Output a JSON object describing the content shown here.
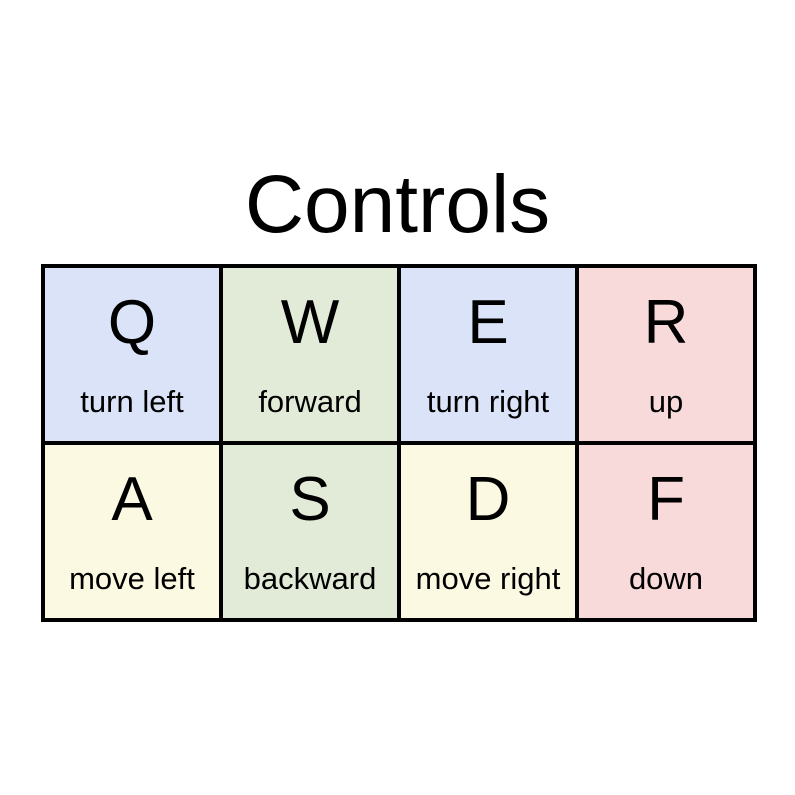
{
  "title": "Controls",
  "colors": {
    "blue": "#dae3f8",
    "green": "#e1ebd7",
    "red": "#f7dad9",
    "yellow": "#fbf9e1",
    "border": "#000000"
  },
  "keys": [
    {
      "letter": "Q",
      "action": "turn left",
      "color": "#dae3f8"
    },
    {
      "letter": "W",
      "action": "forward",
      "color": "#e1ebd7"
    },
    {
      "letter": "E",
      "action": "turn right",
      "color": "#dae3f8"
    },
    {
      "letter": "R",
      "action": "up",
      "color": "#f7dad9"
    },
    {
      "letter": "A",
      "action": "move left",
      "color": "#fbf9e1"
    },
    {
      "letter": "S",
      "action": "backward",
      "color": "#e1ebd7"
    },
    {
      "letter": "D",
      "action": "move right",
      "color": "#fbf9e1"
    },
    {
      "letter": "F",
      "action": "down",
      "color": "#f7dad9"
    }
  ]
}
